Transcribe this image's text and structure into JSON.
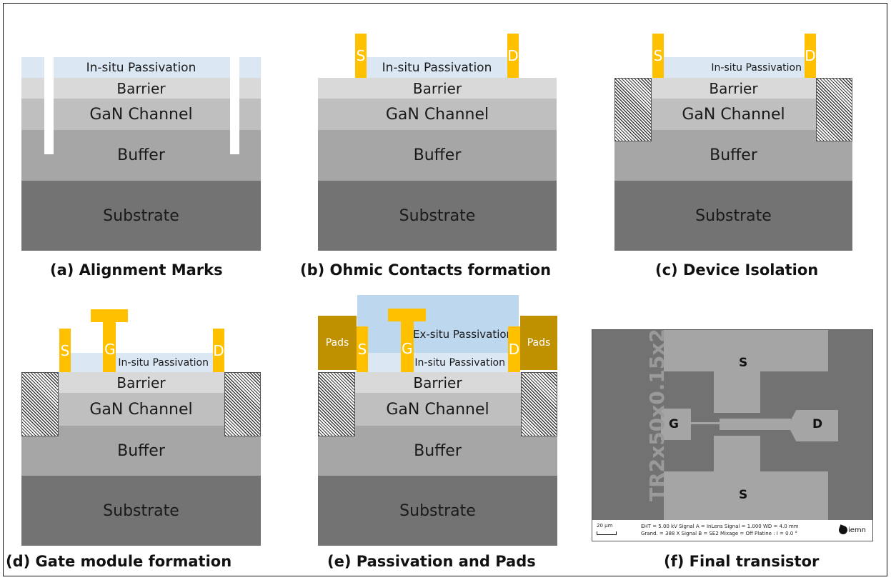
{
  "layers": {
    "in_situ": "In-situ Passivation",
    "ex_situ": "Ex-situ Passivation",
    "barrier": "Barrier",
    "channel": "GaN Channel",
    "buffer": "Buffer",
    "substrate": "Substrate"
  },
  "contacts": {
    "source": "S",
    "drain": "D",
    "gate": "G",
    "pads": "Pads"
  },
  "captions": {
    "a": "(a) Alignment Marks",
    "b": "(b) Ohmic Contacts formation",
    "c": "(c) Device Isolation",
    "d": "(d) Gate module formation",
    "e": "(e) Passivation and Pads",
    "f": "(f) Final transistor"
  },
  "sem": {
    "device_id": "TR2x50x0.15x2",
    "label_s": "S",
    "label_g": "G",
    "label_d": "D",
    "scale": "20 µm",
    "info_line1": "EHT = 5.00 kV    Signal A = InLens    Signal = 1.000    WD = 4.0 mm",
    "info_line2": "Grand. =   388 X    Signal B = SE2    Mixage = Off    Platine : I = 0.0 °",
    "logo": "iemn"
  },
  "colors": {
    "passivation": "#dbe8f4",
    "ex_situ": "#bdd7ee",
    "barrier": "#d9d9d9",
    "channel": "#bfbfbf",
    "buffer": "#a6a6a6",
    "substrate": "#737373",
    "contact": "#ffc000",
    "pads": "#bf9000"
  }
}
